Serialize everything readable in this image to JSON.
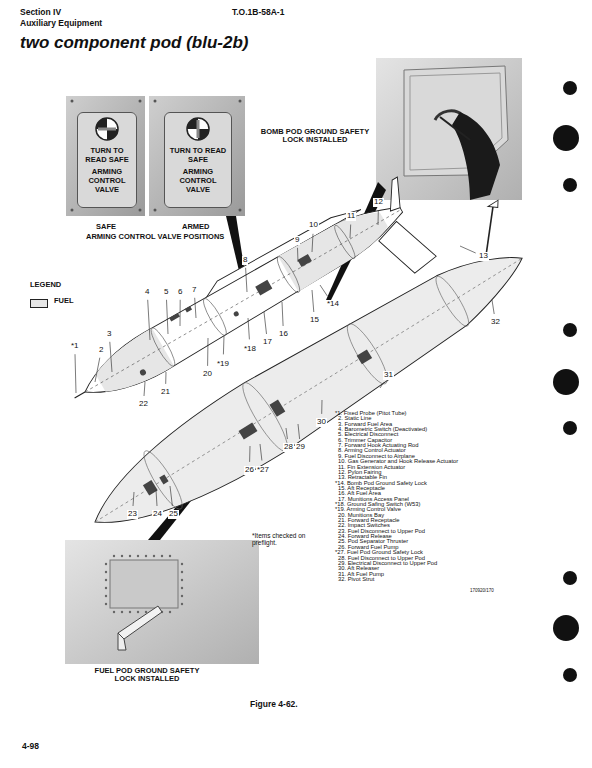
{
  "diagram": {
    "title": "two component pod (blu-2b)",
    "caption": "Figure 4-62.",
    "nodes": [
      {
        "text": [
          "TURN TO READ SAFE",
          "ARMING CONTROL VALVE"
        ]
      },
      {
        "text": [
          "TURN TO READ SAFE",
          "ARMING CONTROL VALVE"
        ]
      }
    ],
    "labels": [
      "Section IV",
      "Auxiliary Equipment",
      "T.O.1B-58A-1",
      "SAFE",
      "ARMED",
      "ARMING CONTROL VALVE POSITIONS",
      "BOMB POD GROUND SAFETY LOCK INSTALLED",
      "LEGEND",
      "*1",
      "2",
      "3",
      "4",
      "5",
      "6",
      "7",
      "8",
      "9",
      "10",
      "11",
      "12",
      "13",
      "*14",
      "15",
      "16",
      "17",
      "*18",
      "*19",
      "20",
      "21",
      "22",
      "23",
      "24",
      "25",
      "26",
      "*27",
      "28",
      "29",
      "30",
      "31",
      "32",
      "*1. Fixed Probe (Pitot Tube)",
      "2. Static Line",
      "3. Forward Fuel Area",
      "4. Barometric Switch (Deactivated)",
      "5. Electrical Disconnect",
      "6. Trimmer Capacitor",
      "7. Forward Hook Actuating Rod",
      "8. Arming Control Actuator",
      "9. Fuel Disconnect to Airplane",
      "10. Gas Generator and Hook Release Actuator",
      "11. Fin Extension Actuator",
      "12. Pylon Fairing",
      "13. Retractable Fin",
      "*14. Bomb Pod Ground Safety Lock",
      "15. Aft Receptacle",
      "16. Aft Fuel Area",
      "17. Munitions Access Panel",
      "*18. Ground Safing Switch (W53)",
      "*19. Arming Control Valve",
      "20. Munitions Bay",
      "21. Forward Receptacle",
      "22. Impact Switches",
      "23. Fuel Disconnect to Upper Pod",
      "24. Forward Release",
      "25. Pod Separator Thruster",
      "26. Forward Fuel Pump",
      "*27. Fuel Pod Ground Safety Lock",
      "28. Fuel Disconnect to Upper Pod",
      "29. Electrical Disconnect to Upper Pod",
      "30. Aft Releaser",
      "31. Aft Fuel Pump",
      "32. Pivot Strut",
      "*Items checked on preflight.",
      "FUEL POD GROUND SAFETY LOCK INSTALLED",
      "4-98",
      "170920/170"
    ],
    "legend": [
      {
        "text": "FUEL",
        "color": "#e6e6e6"
      }
    ]
  }
}
